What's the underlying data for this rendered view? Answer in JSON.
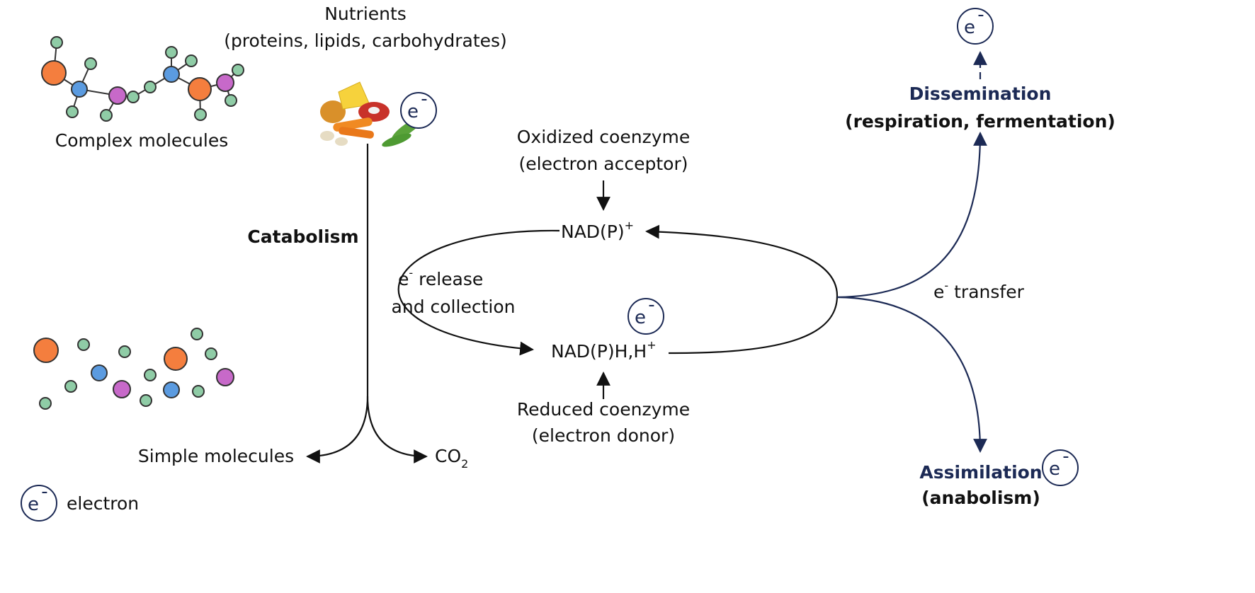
{
  "labels": {
    "nutrients_title": "Nutrients",
    "nutrients_subtitle": "(proteins, lipids, carbohydrates)",
    "complex_molecules": "Complex molecules",
    "catabolism": "Catabolism",
    "simple_molecules": "Simple molecules",
    "co2_main": "CO",
    "co2_sub": "2",
    "oxidized_line1": "Oxidized coenzyme",
    "oxidized_line2": "(electron acceptor)",
    "nadp_main": "NAD(P)",
    "nadp_sup": "+",
    "nadph_main": "NAD(P)H,H",
    "nadph_sup": "+",
    "release_e": "e",
    "release_sup": "-",
    "release_line1_rest": " release",
    "release_line2": "and collection",
    "reduced_line1": "Reduced coenzyme",
    "reduced_line2": "(electron donor)",
    "transfer_e": "e",
    "transfer_sup": "-",
    "transfer_rest": " transfer",
    "dissemination": "Dissemination",
    "dissemination_sub": "(respiration, fermentation)",
    "assimilation": "Assimilation",
    "assimilation_sub": "(anabolism)",
    "legend_text": "electron",
    "electron_symbol": "e",
    "electron_sup": "-"
  },
  "colors": {
    "line": "#111111",
    "navy": "#1c2a55",
    "atom_orange": "#f47e3e",
    "atom_blue": "#5b9be0",
    "atom_purple": "#c769c9",
    "atom_green": "#8fcca6"
  },
  "icons": {
    "food": "food-pile-icon",
    "electron": "electron-badge-icon",
    "molecule": "molecule-chain-icon"
  }
}
